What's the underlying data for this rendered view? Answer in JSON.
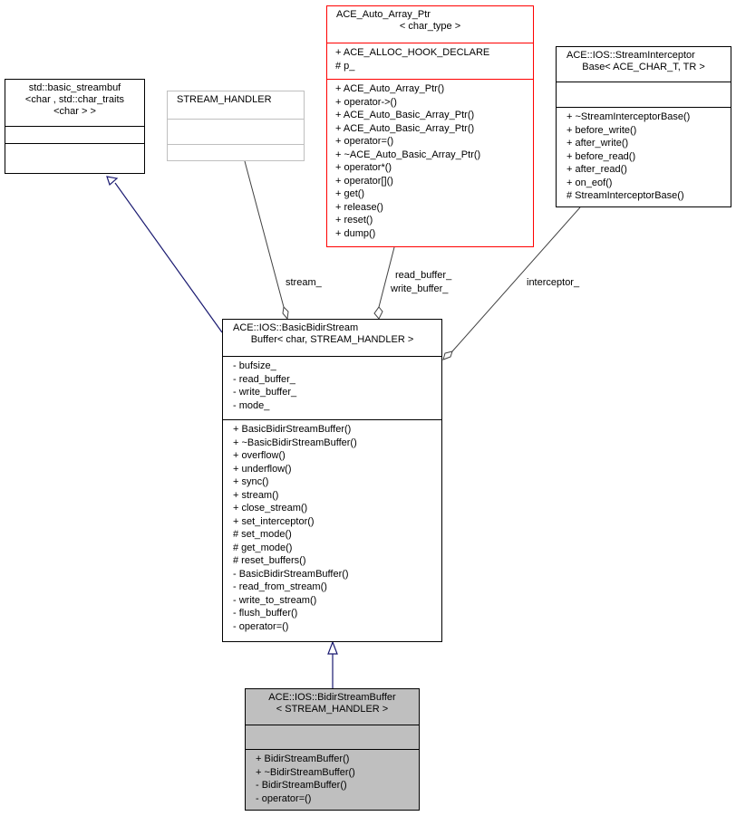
{
  "classes": {
    "basic_streambuf": {
      "title": [
        "std::basic_streambuf",
        "<char , std::char_traits",
        "<char > >"
      ]
    },
    "stream_handler": {
      "title": [
        "STREAM_HANDLER"
      ]
    },
    "auto_array_ptr": {
      "title": [
        "ACE_Auto_Array_Ptr",
        "< char_type >"
      ],
      "attributes": [
        "+ ACE_ALLOC_HOOK_DECLARE",
        "# p_"
      ],
      "methods": [
        "+ ACE_Auto_Array_Ptr()",
        "+ operator->()",
        "+ ACE_Auto_Basic_Array_Ptr()",
        "+ ACE_Auto_Basic_Array_Ptr()",
        "+ operator=()",
        "+ ~ACE_Auto_Basic_Array_Ptr()",
        "+ operator*()",
        "+ operator[]()",
        "+ get()",
        "+ release()",
        "+ reset()",
        "+ dump()"
      ]
    },
    "stream_interceptor": {
      "title": [
        "ACE::IOS::StreamInterceptor",
        "Base< ACE_CHAR_T, TR >"
      ],
      "methods": [
        "+ ~StreamInterceptorBase()",
        "+ before_write()",
        "+ after_write()",
        "+ before_read()",
        "+ after_read()",
        "+ on_eof()",
        "# StreamInterceptorBase()"
      ]
    },
    "basic_bidir": {
      "title": [
        "ACE::IOS::BasicBidirStream",
        "Buffer< char, STREAM_HANDLER >"
      ],
      "attributes": [
        "- bufsize_",
        "- read_buffer_",
        "- write_buffer_",
        "- mode_"
      ],
      "methods": [
        "+ BasicBidirStreamBuffer()",
        "+ ~BasicBidirStreamBuffer()",
        "+ overflow()",
        "+ underflow()",
        "+ sync()",
        "+ stream()",
        "+ close_stream()",
        "+ set_interceptor()",
        "# set_mode()",
        "# get_mode()",
        "# reset_buffers()",
        "- BasicBidirStreamBuffer()",
        "- read_from_stream()",
        "- write_to_stream()",
        "- flush_buffer()",
        "- operator=()"
      ]
    },
    "bidir": {
      "title": [
        "ACE::IOS::BidirStreamBuffer",
        "< STREAM_HANDLER >"
      ],
      "methods": [
        "+ BidirStreamBuffer()",
        "+ ~BidirStreamBuffer()",
        "- BidirStreamBuffer()",
        "- operator=()"
      ]
    }
  },
  "edge_labels": {
    "stream": "stream_",
    "buffers": [
      "read_buffer_",
      "write_buffer_"
    ],
    "interceptor": "interceptor_"
  },
  "colors": {
    "inheritance_edge": "#191970",
    "usage_edge": "#404040",
    "focus_fill": "#bfbfbf",
    "template_border": "#bfbfbf",
    "highlight_border": "#ff0000"
  }
}
